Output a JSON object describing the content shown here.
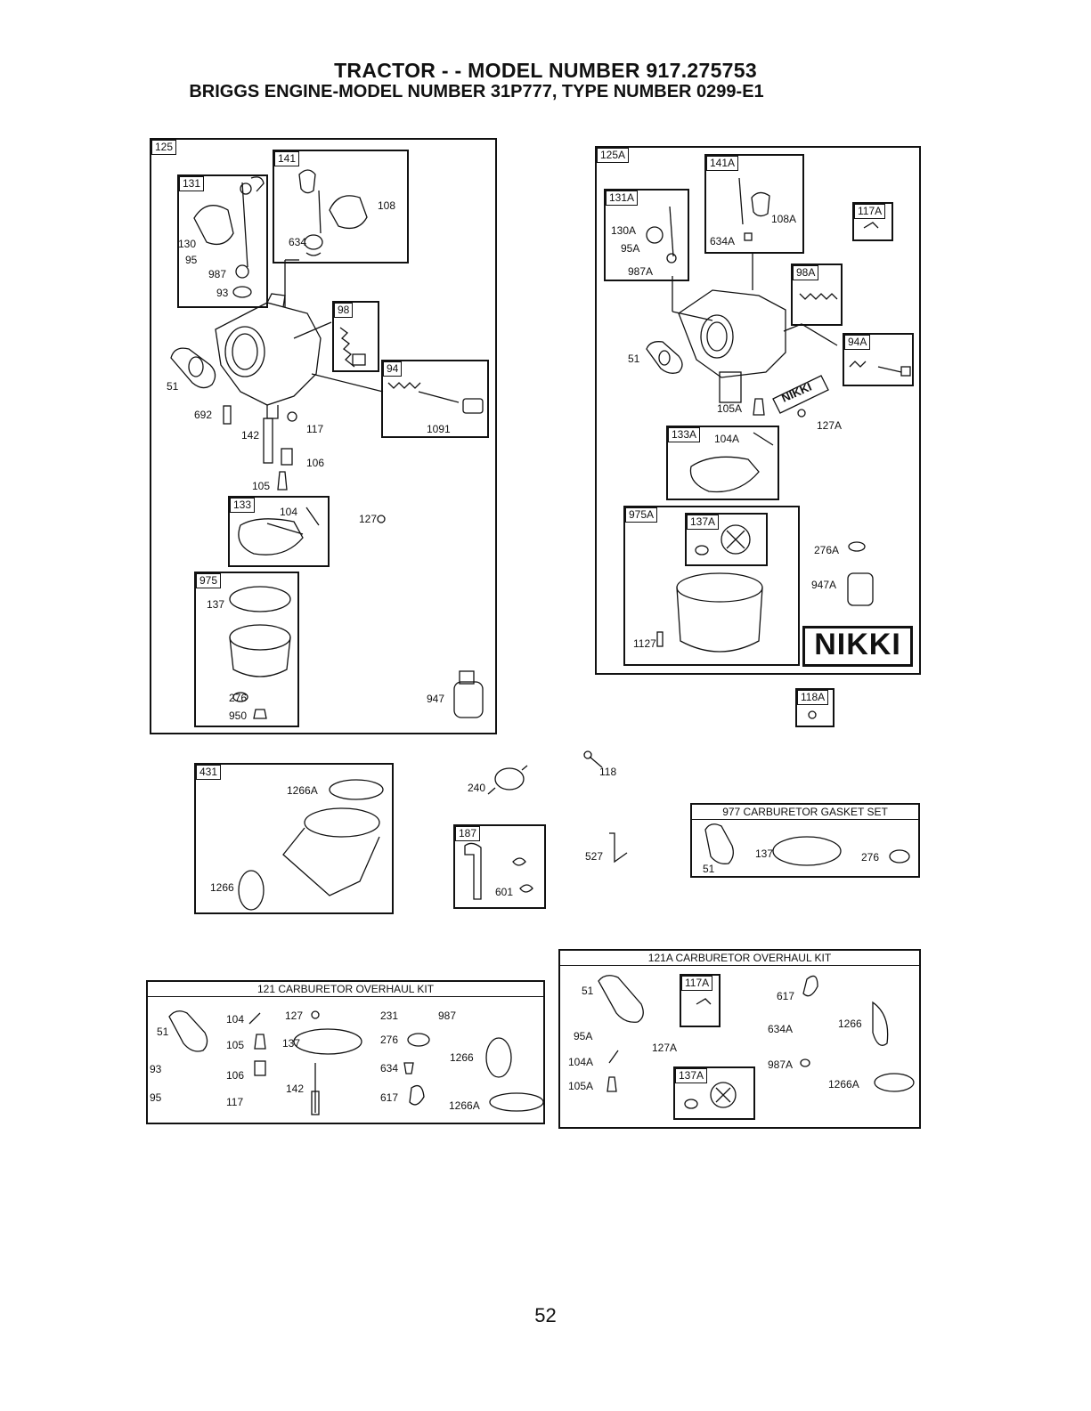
{
  "header": {
    "title": "TRACTOR - - MODEL NUMBER  917.275753",
    "subtitle": "BRIGGS ENGINE-MODEL NUMBER 31P777, TYPE NUMBER 0299-E1"
  },
  "left_carb": {
    "tag": "125",
    "subassemblies": {
      "a131": {
        "tag": "131",
        "parts": [
          "130",
          "95",
          "987",
          "93"
        ]
      },
      "a141": {
        "tag": "141",
        "parts": [
          "108",
          "634"
        ]
      },
      "a98": {
        "tag": "98"
      },
      "a94": {
        "tag": "94",
        "parts": [
          "1091"
        ]
      },
      "a133": {
        "tag": "133",
        "parts": [
          "104"
        ]
      },
      "a975": {
        "tag": "975",
        "parts": [
          "137",
          "276",
          "950"
        ]
      }
    },
    "loose_parts": [
      "51",
      "692",
      "142",
      "117",
      "106",
      "105",
      "127",
      "947"
    ]
  },
  "right_carb": {
    "tag": "125A",
    "subassemblies": {
      "a131A": {
        "tag": "131A",
        "parts": [
          "130A",
          "95A",
          "987A"
        ]
      },
      "a141A": {
        "tag": "141A",
        "parts": [
          "108A",
          "634A"
        ]
      },
      "a117A": {
        "tag": "117A"
      },
      "a98A": {
        "tag": "98A"
      },
      "a94A": {
        "tag": "94A"
      },
      "a133A": {
        "tag": "133A",
        "parts": [
          "104A"
        ]
      },
      "a975A": {
        "tag": "975A",
        "parts": [
          "1127"
        ]
      },
      "a137A": {
        "tag": "137A"
      }
    },
    "loose_parts": [
      "51",
      "105A",
      "127A",
      "276A",
      "947A"
    ],
    "nikki_label": "NIKKI",
    "brand": "NIKKI"
  },
  "standalone": {
    "a118A": "118A",
    "p118": "118",
    "p240": "240",
    "p527": "527",
    "a187": {
      "tag": "187",
      "parts": [
        "601"
      ]
    },
    "a431": {
      "tag": "431",
      "parts": [
        "1266A",
        "1266"
      ]
    }
  },
  "gasket_set": {
    "title": "977 CARBURETOR GASKET SET",
    "parts": [
      "51",
      "137",
      "276"
    ]
  },
  "kit121": {
    "title": "121 CARBURETOR OVERHAUL KIT",
    "parts": [
      "51",
      "104",
      "127",
      "231",
      "987",
      "105",
      "137",
      "276",
      "1266",
      "93",
      "106",
      "634",
      "95",
      "117",
      "142",
      "617",
      "1266A"
    ]
  },
  "kit121A": {
    "title": "121A CARBURETOR OVERHAUL KIT",
    "tag117A": "117A",
    "tag137A": "137A",
    "parts": [
      "51",
      "617",
      "95A",
      "634A",
      "1266",
      "127A",
      "104A",
      "987A",
      "105A",
      "1266A"
    ]
  },
  "page_number": "52"
}
